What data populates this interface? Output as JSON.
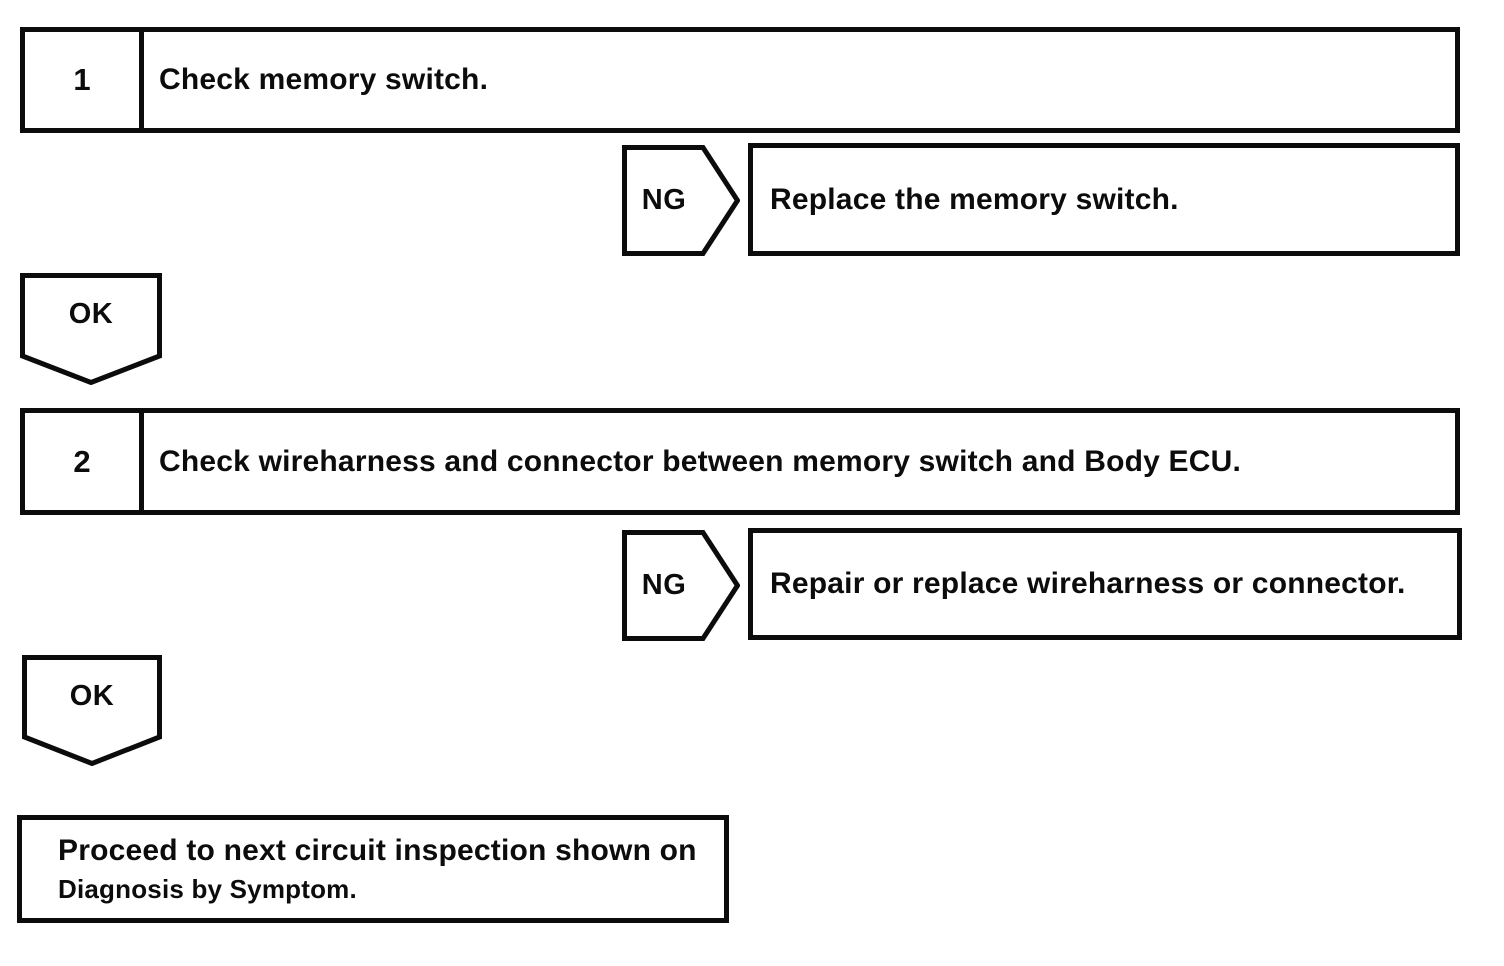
{
  "page": {
    "ink_color": "#0c0c0c",
    "background_color": "#ffffff"
  },
  "flowchart": {
    "steps": [
      {
        "number": "1",
        "instruction": "Check memory switch.",
        "ng_label": "NG",
        "ng_action": "Replace the memory switch.",
        "ok_label": "OK"
      },
      {
        "number": "2",
        "instruction": "Check wireharness and connector between memory switch and Body ECU.",
        "ng_label": "NG",
        "ng_action": "Repair or replace wireharness or connector.",
        "ok_label": "OK"
      }
    ],
    "conclusion": {
      "line1": "Proceed to next circuit inspection shown on",
      "line2": "Diagnosis by Symptom."
    }
  }
}
